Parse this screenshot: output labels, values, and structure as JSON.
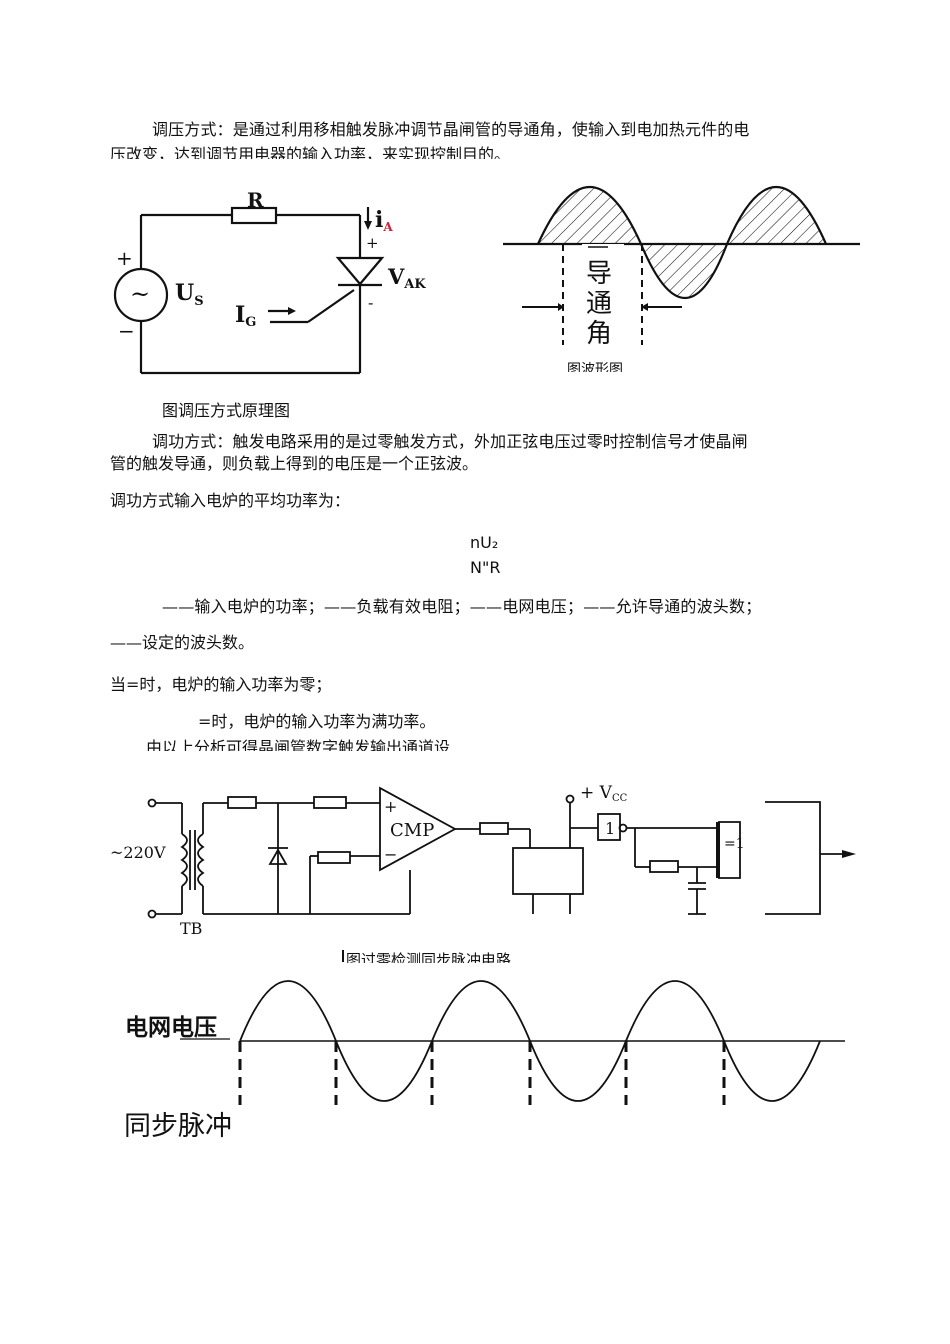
{
  "para1": {
    "line1": "调压方式：是通过利用移相触发脉冲调节晶闸管的导通角，使输入到电加热元件的电",
    "line2": "压改变，达到调节用电器的输入功率，来实现控制目的。"
  },
  "fig1": {
    "resistor_label": "R",
    "current_label": "i",
    "current_sub": "A",
    "plus_top": "+",
    "source_plus": "+",
    "source_minus": "−",
    "source_symbol": "~",
    "source_label": "U",
    "source_sub": "S",
    "vak_label": "V",
    "vak_sub": "AK",
    "minus_right": "-",
    "gate_label": "I",
    "gate_sub": "G",
    "caption": "图调压方式原理图"
  },
  "fig2": {
    "chars": [
      "导",
      "通",
      "角"
    ],
    "caption": "图波形图"
  },
  "para2": {
    "line1": "调功方式：触发电路采用的是过零触发方式，外加正弦电压过零时控制信号才使晶闸",
    "line2": "管的触发导通，则负载上得到的电压是一个正弦波。"
  },
  "para3": "调功方式输入电炉的平均功率为：",
  "formula": {
    "numerator": "nU₂",
    "denominator": "N\"R"
  },
  "para4": {
    "line1": "——输入电炉的功率；——负载有效电阻；——电网电压；——允许导通的波头数；",
    "line2": "——设定的波头数。"
  },
  "para5": "当=时，电炉的输入功率为零；",
  "para6": "=时，电炉的输入功率为满功率。",
  "para7": "由以上分析可得晶闸管数字触发输出通道设",
  "fig3": {
    "source_label": "~220V",
    "transformer_label": "TB",
    "comparator_label": "CMP",
    "plus": "+",
    "minus": "−",
    "vcc_label": "+ V",
    "vcc_sub": "CC",
    "inverter_label": "1",
    "xor_label": "=1",
    "caption": "图过零检测同步脉冲电路"
  },
  "fig4": {
    "grid_label": "电网电压",
    "sync_label": "同步脉冲"
  }
}
